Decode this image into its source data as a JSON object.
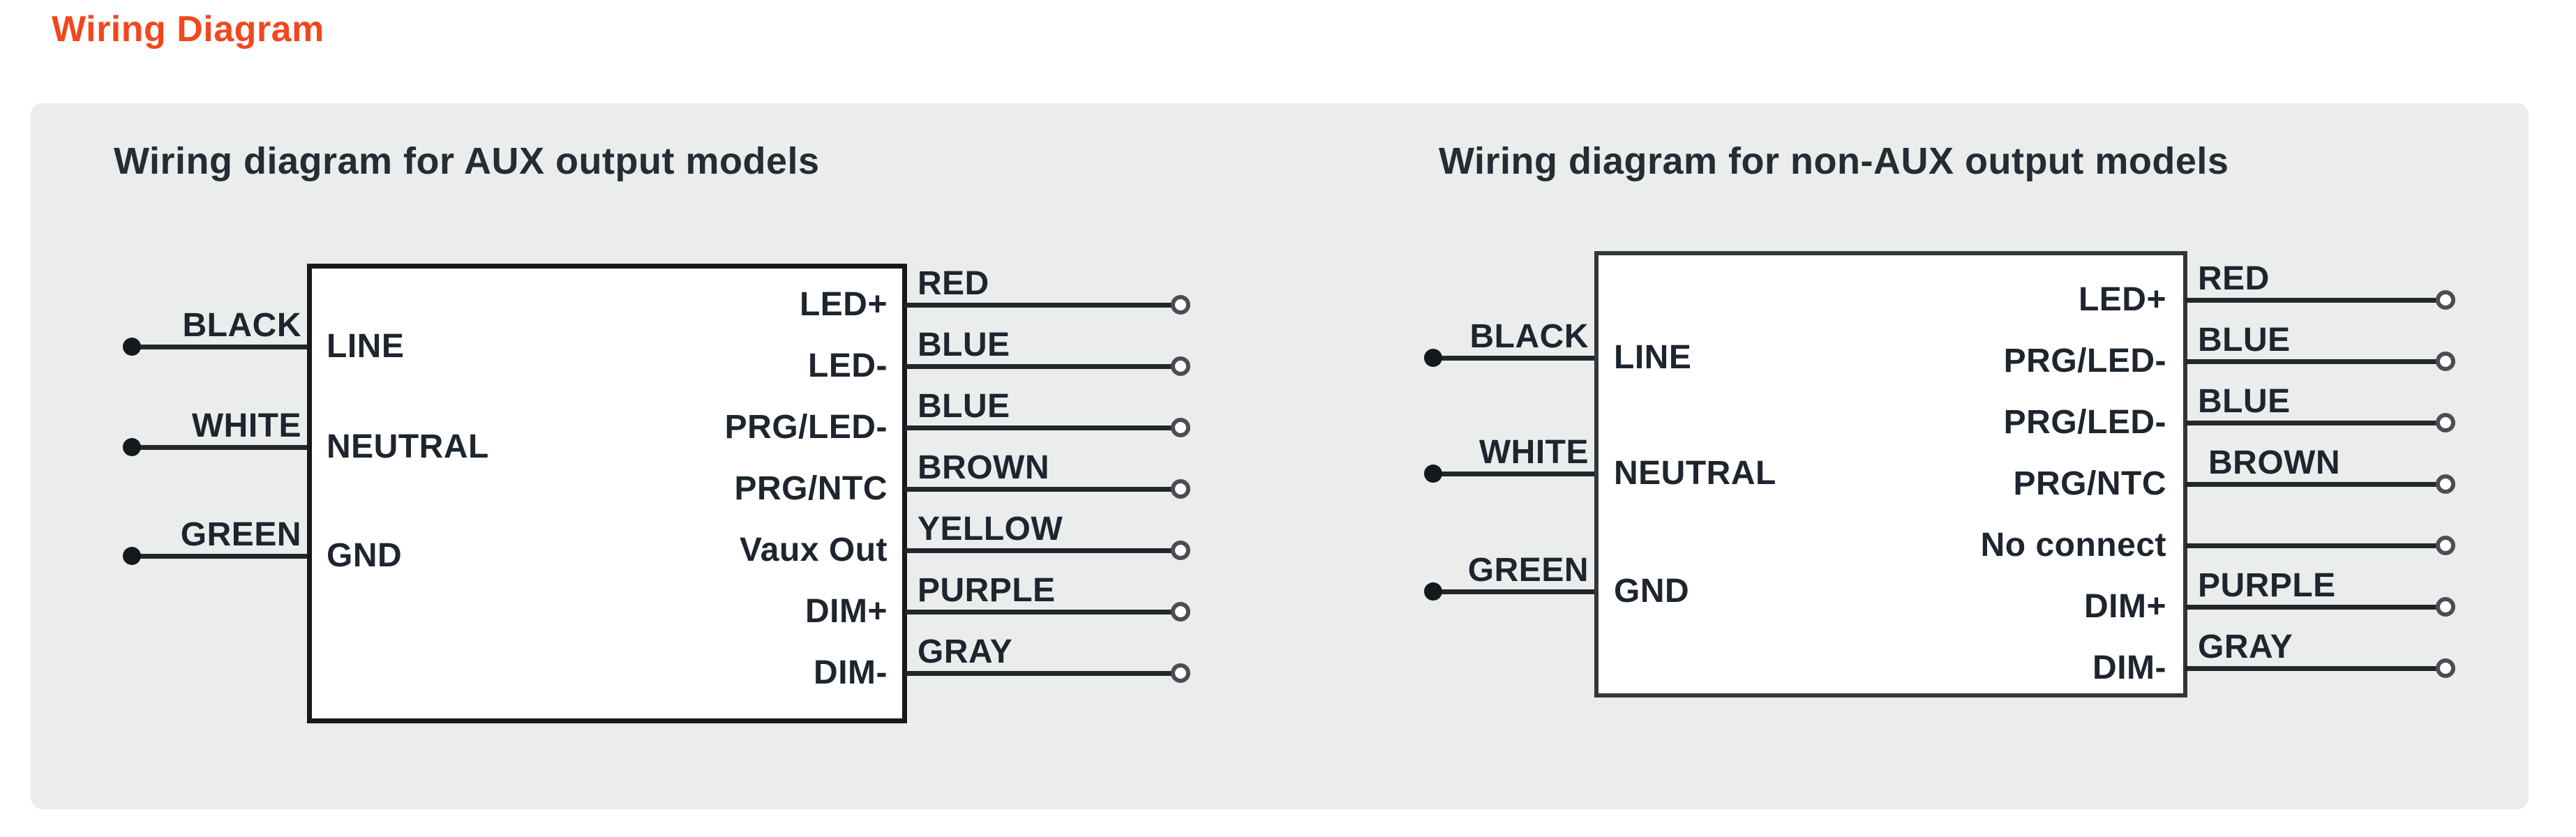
{
  "page": {
    "title": "Wiring Diagram"
  },
  "colors": {
    "title_accent": "#f2471d",
    "panel_background": "#ebecec",
    "label_text": "#1e252e",
    "wire_line": "#23272c"
  },
  "diagrams": [
    {
      "heading": "Wiring diagram for AUX output models",
      "inputs": [
        {
          "wire_label": "BLACK",
          "pin": "LINE"
        },
        {
          "wire_label": "WHITE",
          "pin": "NEUTRAL"
        },
        {
          "wire_label": "GREEN",
          "pin": "GND"
        }
      ],
      "outputs": [
        {
          "pin": "LED+",
          "wire_label": "RED"
        },
        {
          "pin": "LED-",
          "wire_label": "BLUE"
        },
        {
          "pin": "PRG/LED-",
          "wire_label": "BLUE"
        },
        {
          "pin": "PRG/NTC",
          "wire_label": "BROWN"
        },
        {
          "pin": "Vaux Out",
          "wire_label": "YELLOW"
        },
        {
          "pin": "DIM+",
          "wire_label": "PURPLE"
        },
        {
          "pin": "DIM-",
          "wire_label": "GRAY"
        }
      ]
    },
    {
      "heading": "Wiring diagram for non-AUX output models",
      "inputs": [
        {
          "wire_label": "BLACK",
          "pin": "LINE"
        },
        {
          "wire_label": "WHITE",
          "pin": "NEUTRAL"
        },
        {
          "wire_label": "GREEN",
          "pin": "GND"
        }
      ],
      "outputs": [
        {
          "pin": "LED+",
          "wire_label": "RED"
        },
        {
          "pin": "PRG/LED-",
          "wire_label": "BLUE"
        },
        {
          "pin": "PRG/LED-",
          "wire_label": "BLUE"
        },
        {
          "pin": "PRG/NTC",
          "wire_label": "BROWN"
        },
        {
          "pin": "No connect",
          "wire_label": ""
        },
        {
          "pin": "DIM+",
          "wire_label": "PURPLE"
        },
        {
          "pin": "DIM-",
          "wire_label": "GRAY"
        }
      ]
    }
  ]
}
